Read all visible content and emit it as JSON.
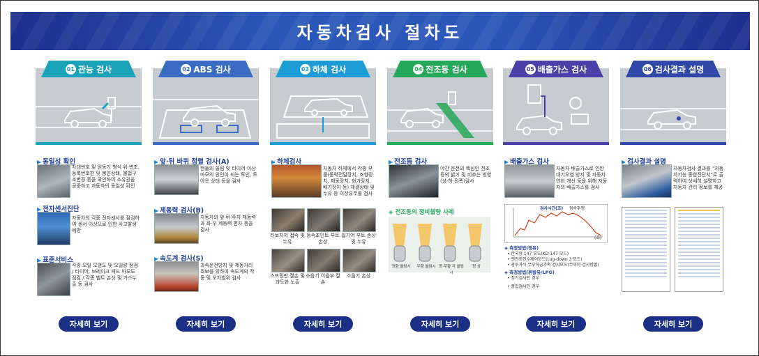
{
  "banner": {
    "title": "자동차검사 절차도"
  },
  "colors": {
    "banner": "#2b57b8",
    "button": "#1b2f87",
    "section_title": "#1d3f98"
  },
  "columns": [
    {
      "num": "01",
      "title": "관능 검사",
      "color": "#1aa3b8",
      "sections": [
        {
          "title": "동일성 확인",
          "desc": "차대번호 및 원동기 형식 위·변조, 등록번호판 및 봉인상태, 불법구조변경 등을 확인하여 소유권을 공증하고 자동차의 동일성 확인"
        },
        {
          "title": "전자센서진단",
          "desc": "자동차의 각종 전자센서를 점검하여 센서 이상으로 인한 사고발생 예방"
        },
        {
          "title": "표준서비스",
          "desc": "각종 오일 오염도 및 오일량 점검 / 타이어, 브레이크 패드 마모도 점검 / 각종 벨트 손상 및 가스누출 등 검사"
        }
      ],
      "button": "자세히 보기"
    },
    {
      "num": "02",
      "title": "ABS 검사",
      "color": "#3a6cc4",
      "sections": [
        {
          "title": "앞·뒤 바퀴 정렬 검사(A)",
          "desc": "핸들의 쏠림 및 타이어 이상 마모의 원인이 되는 토인, 토아웃 상태 등을 검사"
        },
        {
          "title": "제동력 검사(B)",
          "desc": "자동차의 앞·뒤·주차 제동력과 좌·우 제동력 편차 등을 검사"
        },
        {
          "title": "속도계 검사(S)",
          "desc": "과속운전방지 및 제동거리 확보를 위하여 속도계의 작동 및 오차범위 검사"
        }
      ],
      "button": "자세히 보기"
    },
    {
      "num": "03",
      "title": "하체 검사",
      "color": "#1c9cd4",
      "sections": [
        {
          "title": "하체검사",
          "desc": "자동차 하체에서 각종 부품(동력전달장치, 조향장치, 제동장치, 현가장치, 배기장치 등) 체결상태 및 누유 등 이상유무를 검사"
        }
      ],
      "captions": [
        "타보차저 접속 및 누유",
        "등속조인트 부트 손상",
        "웜기어 부트 손상 및 누유",
        "스프링판 절손 및 과도한 노출",
        "소음기 이음부 절손",
        "소음기 손상"
      ],
      "button": "자세히 보기"
    },
    {
      "num": "04",
      "title": "전조등 검사",
      "color": "#26a85a",
      "sections": [
        {
          "title": "전조등 검사",
          "desc": "야간 운전의 핵심인 전조등의 밝기 및 비추는 방향(상·하·진폭)검사"
        }
      ],
      "sub_title": "전조등의 정비불량 사례",
      "captions": [
        "좌향 쏠림시",
        "우향 쏠림시",
        "좌·우향 각 쏠림시",
        "정 상"
      ],
      "button": "자세히 보기"
    },
    {
      "num": "05",
      "title": "배출가스 검사",
      "color": "#4b3fa8",
      "sections": [
        {
          "title": "배출가스 검사",
          "desc": "자동차 배출가스로 인한 대기오염 방지 및 자동차 연비 개선 등을 위해 자동차의 배출가스를 검사"
        }
      ],
      "graph": {
        "title": "검사시간(초)",
        "label": "정속주행",
        "x_max_label": "(초)"
      },
      "method1": {
        "title": "측정방법(경유)",
        "items": [
          "한국형 147 모드(KD-147 모드)",
          "엔진회전수제어모드(Lug-down 3 모드)",
          "광투과식 무부하급가속 검사모드(무부하 검사방법)"
        ]
      },
      "method2": {
        "title": "측정방법(휘발유/LPG)",
        "items": [
          "정기검사인 경우",
          "종합검사인 경우"
        ]
      },
      "button": "자세히 보기"
    },
    {
      "num": "06",
      "title": "검사결과 설명",
      "color": "#3048a8",
      "sections": [
        {
          "title": "검사결과 설명",
          "desc": "자동차검사 결과를 \"자동차기능 종합진단서\"로 출력하여 상세히 설명하고 자동차 관리 정보를 제공"
        }
      ],
      "button": "자세히 보기"
    }
  ]
}
